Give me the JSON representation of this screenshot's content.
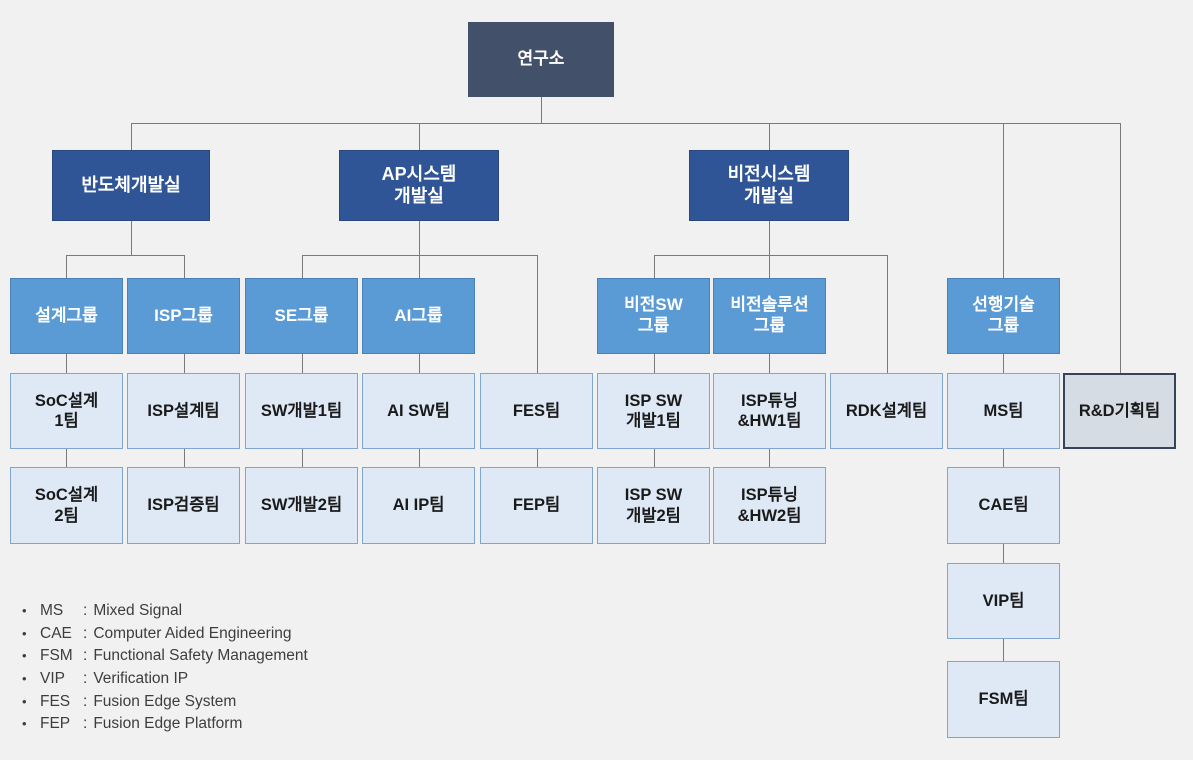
{
  "palette": {
    "bg": "#F1F1F1",
    "root_fill": "#43506A",
    "division_fill": "#2F5597",
    "division_border": "#28487E",
    "group_fill": "#5B9BD5",
    "group_border": "#4981B8",
    "team_fill": "#DEE9F5",
    "team_border": "#7EA6CE",
    "special_fill": "#D6DCE4",
    "special_border": "#36435A",
    "line_color": "#7A7A7A"
  },
  "root": {
    "label": "연구소"
  },
  "divisions": [
    {
      "label": "반도체개발실"
    },
    {
      "label": "AP시스템\n개발실"
    },
    {
      "label": "비전시스템\n개발실"
    }
  ],
  "groups": [
    {
      "label": "설계그룹"
    },
    {
      "label": "ISP그룹"
    },
    {
      "label": "SE그룹"
    },
    {
      "label": "AI그룹"
    },
    {
      "label": "비전SW\n그룹"
    },
    {
      "label": "비전솔루션\n그룹"
    },
    {
      "label": "선행기술\n그룹"
    }
  ],
  "teams_row1": [
    {
      "label": "SoC설계\n1팀"
    },
    {
      "label": "ISP설계팀"
    },
    {
      "label": "SW개발1팀"
    },
    {
      "label": "AI SW팀"
    },
    {
      "label": "FES팀"
    },
    {
      "label": "ISP SW\n개발1팀"
    },
    {
      "label": "ISP튜닝\n&HW1팀"
    },
    {
      "label": "RDK설계팀"
    },
    {
      "label": "MS팀"
    },
    {
      "label": "R&D기획팀"
    }
  ],
  "teams_row2": [
    {
      "label": "SoC설계\n2팀"
    },
    {
      "label": "ISP검증팀"
    },
    {
      "label": "SW개발2팀"
    },
    {
      "label": "AI IP팀"
    },
    {
      "label": "FEP팀"
    },
    {
      "label": "ISP SW\n개발2팀"
    },
    {
      "label": "ISP튜닝\n&HW2팀"
    },
    {
      "label": "CAE팀"
    }
  ],
  "teams_deep": [
    {
      "label": "VIP팀"
    },
    {
      "label": "FSM팀"
    }
  ],
  "legend": {
    "bullet": "•",
    "separator": ":",
    "items": [
      {
        "abbr": "MS",
        "definition": "Mixed Signal"
      },
      {
        "abbr": "CAE",
        "definition": "Computer Aided Engineering"
      },
      {
        "abbr": "FSM",
        "definition": "Functional Safety Management"
      },
      {
        "abbr": "VIP",
        "definition": "Verification IP"
      },
      {
        "abbr": "FES",
        "definition": "Fusion Edge System"
      },
      {
        "abbr": "FEP",
        "definition": "Fusion Edge Platform"
      }
    ]
  }
}
